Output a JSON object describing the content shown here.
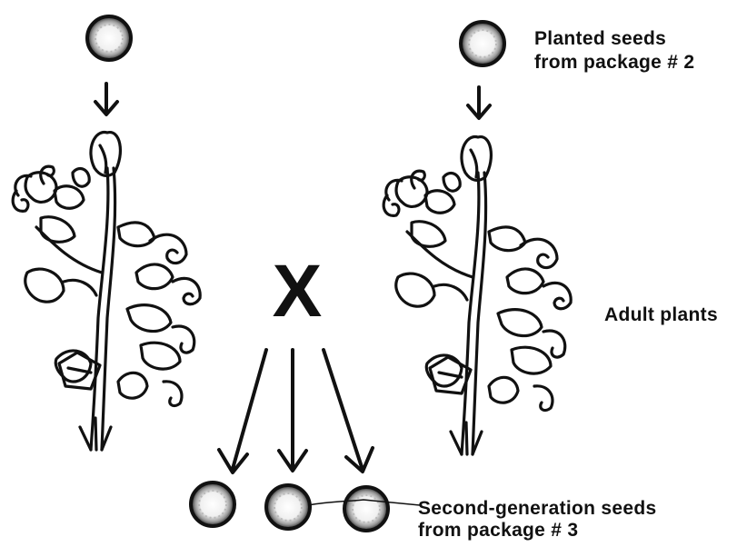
{
  "labels": {
    "planted_seeds": [
      "Planted seeds",
      "from package # 2"
    ],
    "adult_plants": "Adult plants",
    "cross_symbol": "X",
    "second_gen_seeds": [
      "Second-generation seeds",
      "from package # 3"
    ]
  },
  "colors": {
    "ink": "#111111",
    "paper": "#ffffff"
  },
  "icons": [
    "seed-icon",
    "down-arrow-icon",
    "flowering-plant-icon"
  ]
}
